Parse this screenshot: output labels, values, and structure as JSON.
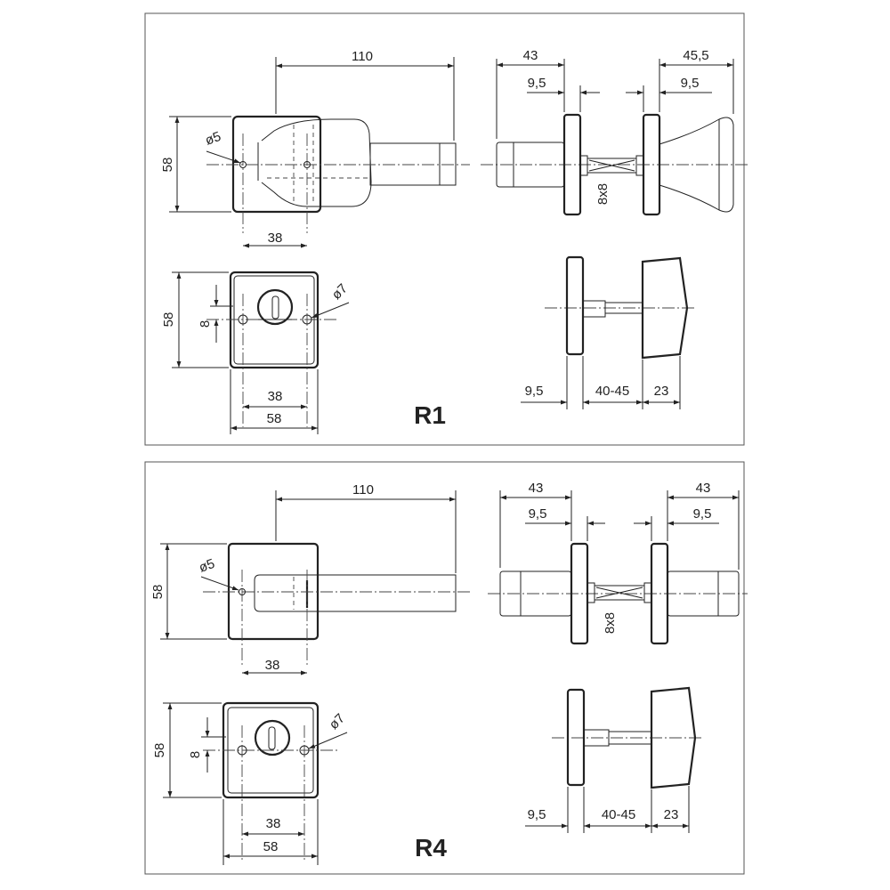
{
  "panels": [
    {
      "title": "R1",
      "top": {
        "len": "110",
        "h": "58",
        "hole": "ø5",
        "spacing": "38",
        "side_left": "43",
        "side_left_inner": "9,5",
        "side_right": "45,5",
        "side_right_inner": "9,5",
        "spindle": "8x8"
      },
      "bottom": {
        "h": "58",
        "offset": "8",
        "hole": "ø7",
        "spacing": "38",
        "width": "58",
        "rose": "9,5",
        "door": "40-45",
        "body": "23"
      }
    },
    {
      "title": "R4",
      "top": {
        "len": "110",
        "h": "58",
        "hole": "ø5",
        "spacing": "38",
        "side_left": "43",
        "side_left_inner": "9,5",
        "side_right": "43",
        "side_right_inner": "9,5",
        "spindle": "8x8"
      },
      "bottom": {
        "h": "58",
        "offset": "8",
        "hole": "ø7",
        "spacing": "38",
        "width": "58",
        "rose": "9,5",
        "door": "40-45",
        "body": "23"
      }
    }
  ]
}
